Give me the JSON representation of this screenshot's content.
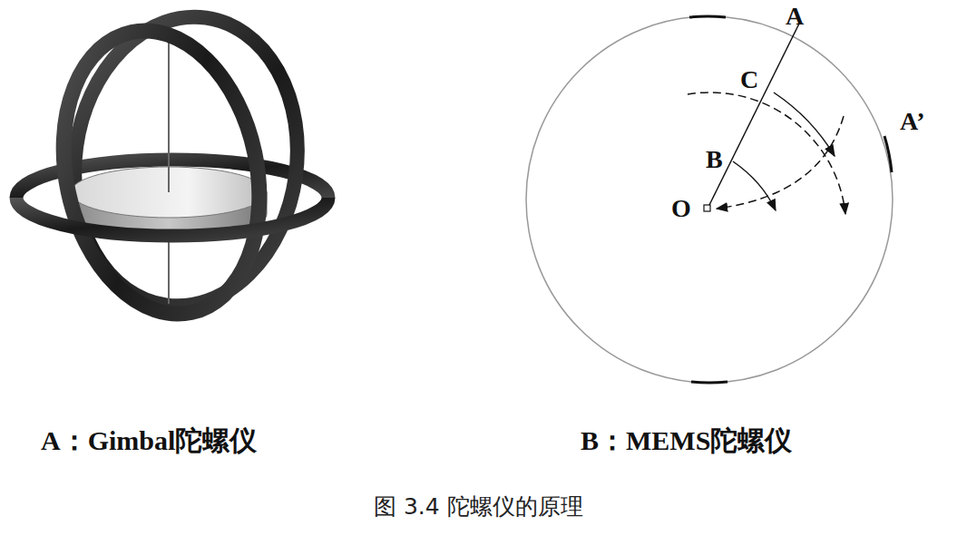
{
  "diagram": {
    "caption": "图 3.4 陀螺仪的原理",
    "labels": [
      "A",
      "C",
      "A’",
      "B",
      "O",
      "A：Gimbal陀螺仪",
      "B：MEMS陀螺仪"
    ]
  }
}
